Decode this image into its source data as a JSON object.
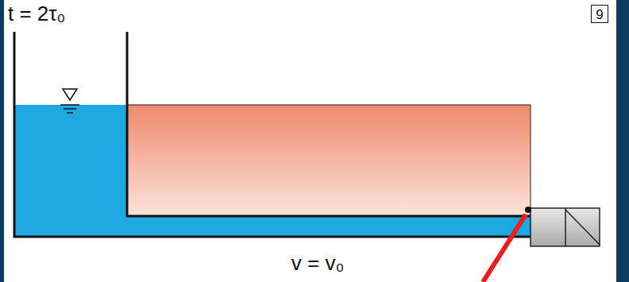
{
  "diagram": {
    "nodes": [
      {
        "text": [
          "9"
        ]
      }
    ],
    "labels": [
      "t = 2τ₀",
      "v = v₀"
    ]
  }
}
